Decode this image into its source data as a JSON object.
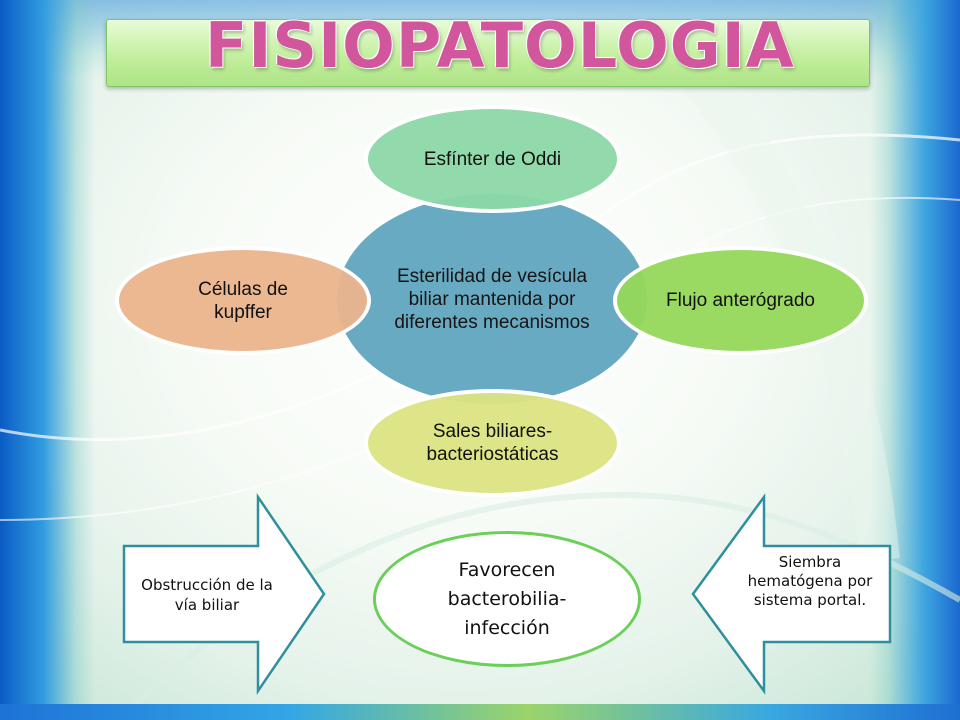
{
  "slide": {
    "title": "FISIOPATOLOGIA"
  },
  "diagram": {
    "center": "Esterilidad de vesícula biliar mantenida por diferentes mecanismos",
    "nodes": {
      "top": "Esfínter de Oddi",
      "right": "Flujo anterógrado",
      "bottom": "Sales biliares-bacteriostáticas",
      "left": "Células de kupffer"
    },
    "colors": {
      "center": "#67a9c2",
      "top": "#8cd8a8",
      "right": "#96d85a",
      "bottom": "#dce482",
      "left": "#eab48c"
    }
  },
  "arrows": {
    "left": "Obstrucción de la vía biliar",
    "right": "Siembra hematógena por sistema portal.",
    "border_color": "#2f8f9c"
  },
  "result": {
    "text": "Favorecen bacterobilia-infección",
    "border_color": "#6ccf5a"
  },
  "theme": {
    "title_color": "#d2569b",
    "title_box_color": "#c3ef9e"
  }
}
